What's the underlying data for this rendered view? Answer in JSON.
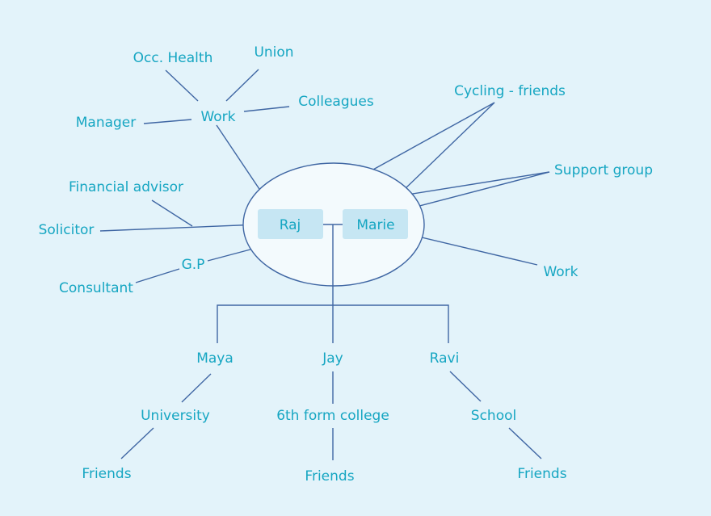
{
  "center": {
    "left": "Raj",
    "right": "Marie"
  },
  "raj_network": {
    "work": "Work",
    "occ_health": "Occ. Health",
    "union": "Union",
    "colleagues": "Colleagues",
    "manager": "Manager",
    "financial_advisor": "Financial advisor",
    "solicitor": "Solicitor",
    "gp": "G.P",
    "consultant": "Consultant"
  },
  "shared": {
    "cycling": "Cycling - friends",
    "support_group": "Support group"
  },
  "marie_network": {
    "work": "Work"
  },
  "children": [
    {
      "name": "Maya",
      "education": "University",
      "friends": "Friends"
    },
    {
      "name": "Jay",
      "education": "6th form college",
      "friends": "Friends"
    },
    {
      "name": "Ravi",
      "education": "School",
      "friends": "Friends"
    }
  ],
  "colors": {
    "background": "#e3f3fa",
    "line": "#3f66a3",
    "text": "#16a6c2",
    "box": "#c6e6f3"
  }
}
